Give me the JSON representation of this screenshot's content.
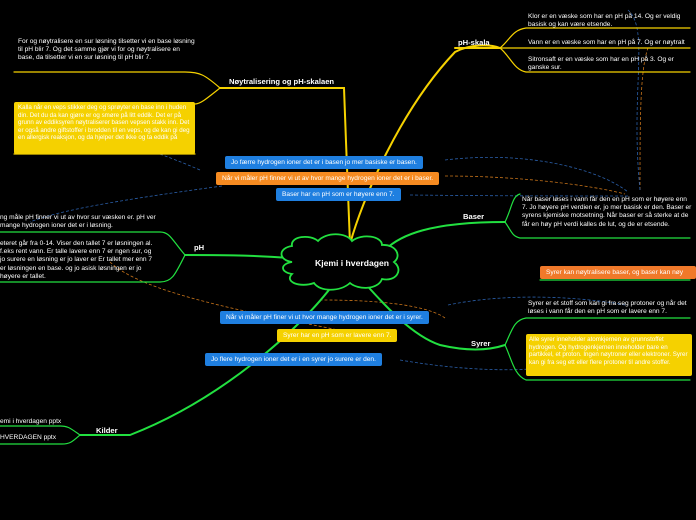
{
  "colors": {
    "background": "#000000",
    "yellow": "#f5d100",
    "green": "#22e040",
    "blue": "#1f7fe0",
    "orange": "#f68b21",
    "dashed_orange": "#c8741a",
    "dashed_blue": "#2a5ea8"
  },
  "central": {
    "title": "Kjemi i hverdagen"
  },
  "topics": {
    "ph_skala": {
      "label": "pH-skala",
      "notes": [
        "Klor er en væske som har en pH på 14. Og er veldig basisk og kan være etsende.",
        "Vann er en væske som har en pH på 7. Og er nøytralt",
        "Sitronsaft er en væske som har en pH på 3. Og er ganske sur."
      ]
    },
    "noytralisering": {
      "label": "Nøytralisering og pH-skalaen",
      "note": "For og nøytralisere en sur løsning tilsetter vi en base løsning til pH blir 7. Og det samme gjør vi for og nøytralisere en base, da tilsetter vi en sur løsning til pH blir 7.",
      "highlight": "Kalla når en veps stikker deg og sprøyter en base inn i huden din. Det du da kan gjøre er og smøre på litt eddik. Det er på grunn av eddiksyren nøytraliserer basen vepsen stakk inn. Det er også andre giftstoffer i brodden til en veps, og de kan gi deg en allergisk reaksjon, og da hjelper det ikke og ta eddik på"
    },
    "baser": {
      "label": "Baser",
      "note": "Når baser løses i vann får den en pH som er høyere enn 7. Jo høyere pH verdien er, jo mer basisk er den. Baser er syrens kjemiske motsetning. Når baser er så sterke at de får en høy pH verdi kalles de lut, og de er etsende.",
      "highlight": "Syrer kan nøytralisere baser, og baser kan nøy"
    },
    "ph": {
      "label": "pH",
      "note1": "ng måle pH finner vi ut av hvor sur væsken er. pH ver mange hydrogen ioner det er i løsning.",
      "note2": "eteret går fra 0-14. Viser den tallet 7 er løsningen al. f.eks rent vann. Er talle lavere enn 7 er ngen sur, og jo surere en løsning er jo laver er Er tallet mer enn 7 er løsningen en base. og jo asisk løsningen er jo høyere er tallet."
    },
    "syrer": {
      "label": "Syrer",
      "note": "Syrer er et stoff som kan gi fra seg protoner og når det løses i vann får den en pH som er lavere enn 7.",
      "highlight": "Alle syrer inneholder atomkjernen av grunnstoffet hydrogen. Og hydrogenkjernen inneholder bare en partikkel, et proton. Ingen nøytroner eller elektroner. Syrer kan gi fra seg ett eller flere protoner til andre stoffer."
    },
    "kilder": {
      "label": "Kilder",
      "items": [
        "emi i hverdagen pptx",
        "HVERDAGEN pptx"
      ]
    }
  },
  "floating": {
    "base_blue_1": "Jo færre hydrogen ioner det er i basen jo mer basiske er basen.",
    "base_orange": "Når vi måler pH finner vi ut av hvor mange hydrogen ioner det er i baser.",
    "base_blue_2": "Baser har en pH som er høyere enn 7.",
    "acid_blue_1": "Når vi måler pH finer vi ut hvor mange hydrogen ioner det er i syrer.",
    "acid_yellow": "Syrer har en pH som er lavere enn 7.",
    "acid_blue_2": "Jo flere hydrogen ioner det er i en syrer jo surere er den."
  }
}
